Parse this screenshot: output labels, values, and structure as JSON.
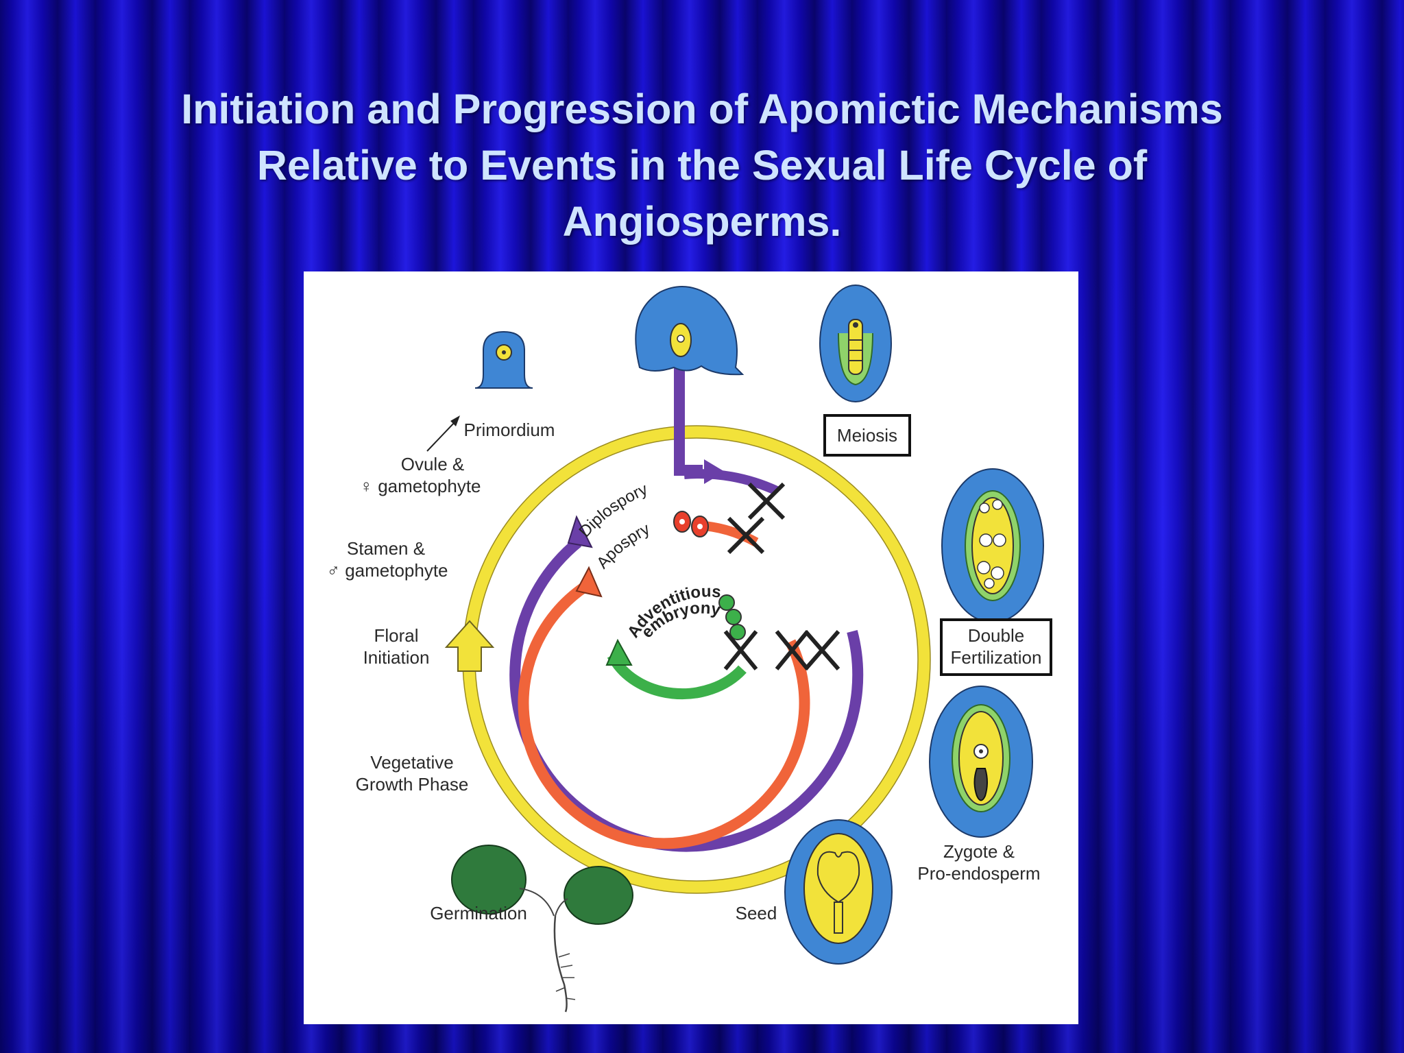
{
  "slide": {
    "title_line1": "Initiation and Progression of Apomictic Mechanisms",
    "title_line2": "Relative to Events in the Sexual Life Cycle of",
    "title_line3": "Angiosperms."
  },
  "diagram": {
    "labels": {
      "primordium": "Primordium",
      "ovule_line1": "Ovule &",
      "ovule_line2": "♀ gametophyte",
      "stamen_line1": "Stamen &",
      "stamen_line2": "♂ gametophyte",
      "floral_line1": "Floral",
      "floral_line2": "Initiation",
      "vegetative_line1": "Vegetative",
      "vegetative_line2": "Growth Phase",
      "germination": "Germination",
      "seed": "Seed",
      "zygote_line1": "Zygote &",
      "zygote_line2": "Pro-endosperm",
      "meiosis": "Meiosis",
      "double_line1": "Double",
      "double_line2": "Fertilization"
    },
    "pathways": {
      "diplospory": "Diplospory",
      "apospory": "Apospry",
      "adventitious_line1": "Adventitious",
      "adventitious_line2": "embryony"
    },
    "colors": {
      "sexual_cycle": "#f2e23a",
      "diplospory": "#6a3fa8",
      "apospory": "#f0643a",
      "adventitious": "#3cb04a",
      "ovule_tissue": "#3f86d4",
      "seedling": "#2f7a3c"
    }
  }
}
